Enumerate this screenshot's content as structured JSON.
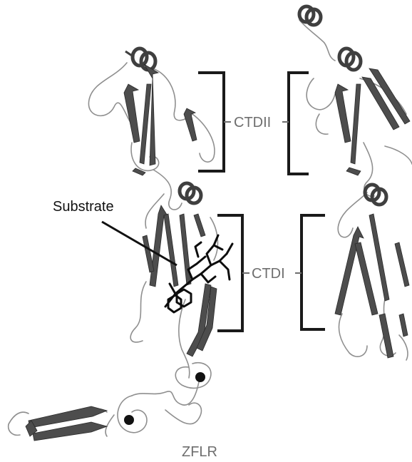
{
  "figure": {
    "labels": {
      "substrate": "Substrate",
      "ctd2": "CTDII",
      "ctd1": "CTDI",
      "zflr": "ZFLR"
    }
  },
  "colors": {
    "text_gray": "#6e6e6e",
    "strand_fill": "#4d4d4d",
    "coil": "#8f8f8f",
    "bracket": "#1a1a1a",
    "ligand": "#0d0d0d"
  }
}
